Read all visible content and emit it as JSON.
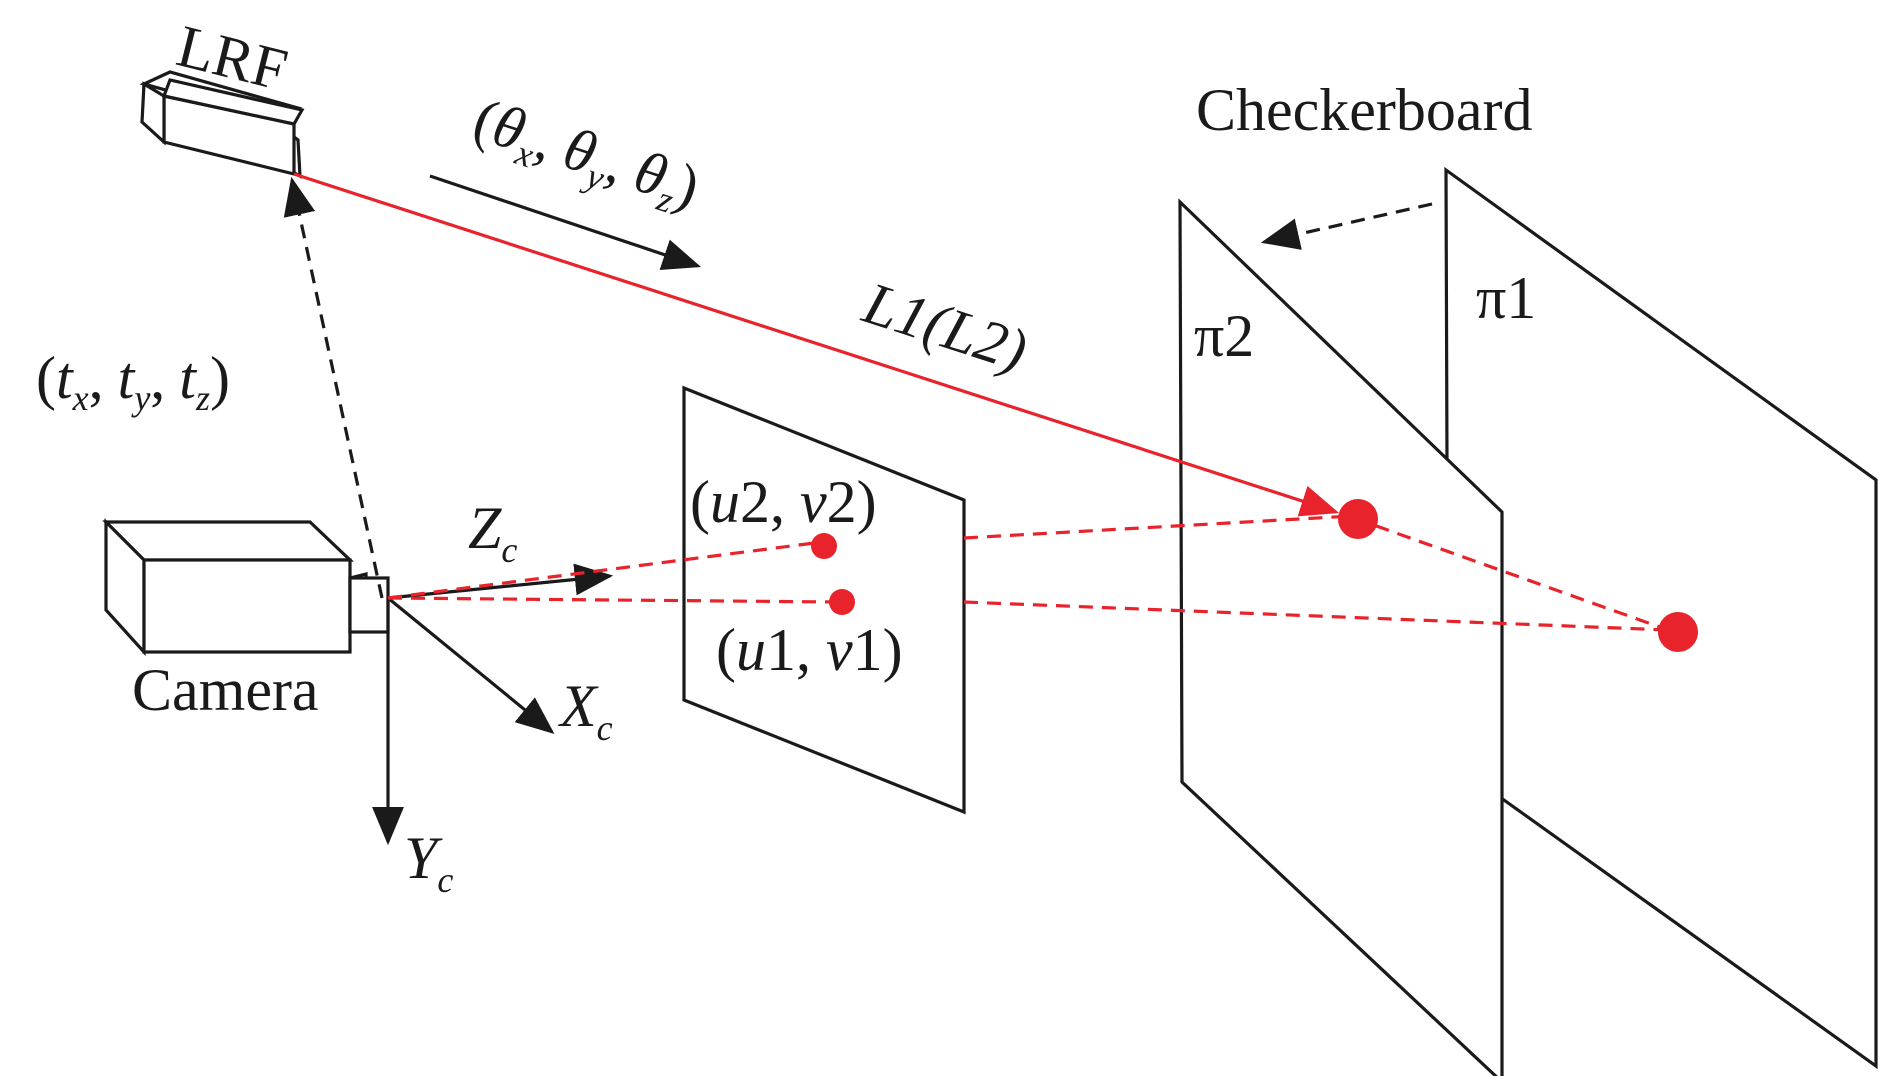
{
  "colors": {
    "laser_red": "#e8232c",
    "line_black": "#1a1a1a",
    "background": "#ffffff"
  },
  "labels": {
    "lrf": "LRF",
    "rotation_open": "(",
    "theta": "θ",
    "rot_x_sub": "x",
    "rot_y_sub": "y",
    "rot_z_sub": "z",
    "comma": ",",
    "close": ")",
    "translation_open": "(",
    "t": "t",
    "trans_x_sub": "x",
    "trans_y_sub": "y",
    "trans_z_sub": "z",
    "laser_line": "L1(L2)",
    "checkerboard": "Checkerboard",
    "plane_pi2": "π2",
    "plane_pi1": "π1",
    "camera": "Camera",
    "axis_letter_z": "Z",
    "axis_letter_x": "X",
    "axis_letter_y": "Y",
    "axis_sub": "c",
    "point_u2v2_pre": "(",
    "point_u2": "u",
    "point_u2_num": "2, ",
    "point_v2": "v",
    "point_v2_num": "2)",
    "point_u1v1_pre": "(",
    "point_u1": "u",
    "point_u1_num": "1, ",
    "point_v1": "v",
    "point_v1_num": "1)"
  }
}
